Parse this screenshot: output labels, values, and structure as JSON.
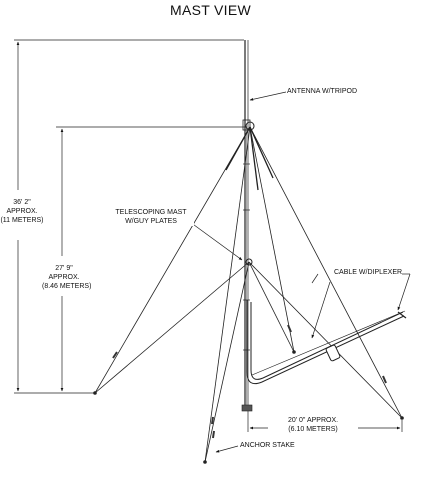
{
  "title": "MAST VIEW",
  "labels": {
    "antenna": "ANTENNA W/TRIPOD",
    "mast_line1": "TELESCOPING MAST",
    "mast_line2": "W/GUY PLATES",
    "cable": "CABLE W/DIPLEXER",
    "anchor": "ANCHOR STAKE"
  },
  "dimensions": {
    "total_height": [
      "36' 2\"",
      "APPROX.",
      "(11 METERS)"
    ],
    "guy_height": [
      "27' 9\"",
      "APPROX.",
      "(8.46 METERS)"
    ],
    "base_radius": [
      "20' 0\" APPROX.",
      "(6.10 METERS)"
    ]
  }
}
